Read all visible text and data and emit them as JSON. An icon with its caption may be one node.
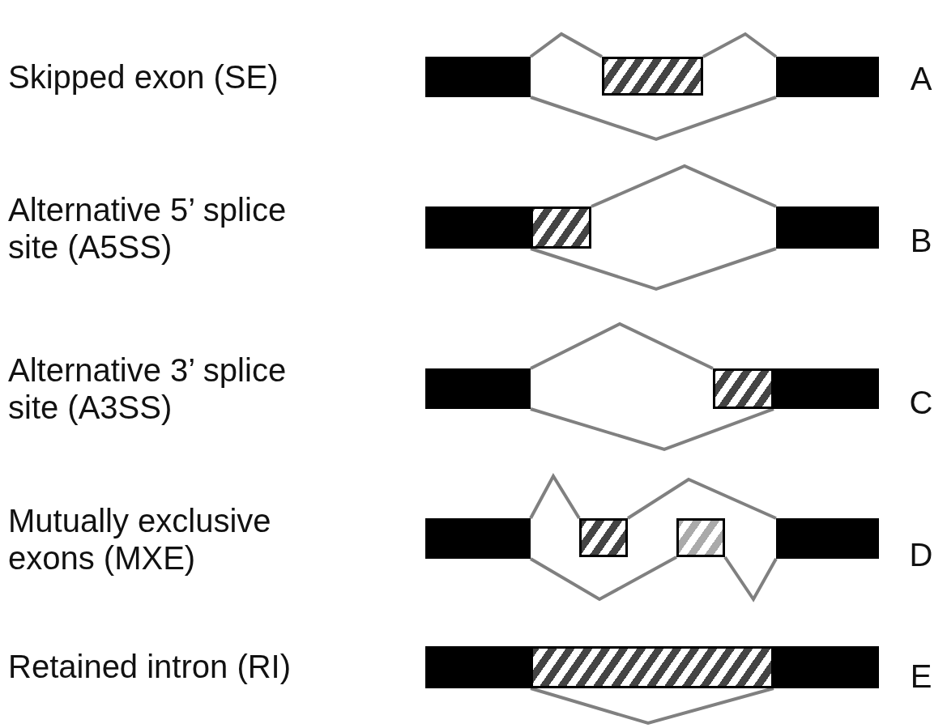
{
  "diagram": {
    "nodes": [
      {
        "text": [],
        "shape": "bar"
      },
      {
        "text": [],
        "shape": "bar"
      },
      {
        "text": [],
        "shape": "bar"
      },
      {
        "text": [],
        "shape": "bar"
      },
      {
        "text": [],
        "shape": "bar"
      },
      {
        "text": [],
        "shape": "bar"
      },
      {
        "text": [],
        "shape": "bar"
      },
      {
        "text": [],
        "shape": "bar"
      },
      {
        "text": [],
        "shape": "bar"
      },
      {
        "text": [],
        "shape": "bar"
      },
      {
        "text": [],
        "shape": "bar"
      },
      {
        "text": [],
        "shape": "bar"
      },
      {
        "text": [],
        "shape": "bar"
      },
      {
        "text": [],
        "shape": "bar"
      },
      {
        "text": [],
        "shape": "bar"
      },
      {
        "text": [],
        "shape": "bar"
      }
    ],
    "edges": [
      {
        "from": 0,
        "to": 1,
        "arrow": "none"
      },
      {
        "from": 1,
        "to": 2,
        "arrow": "none"
      },
      {
        "from": 0,
        "to": 2,
        "arrow": "none"
      },
      {
        "from": 4,
        "to": 5,
        "arrow": "none"
      },
      {
        "from": 3,
        "to": 5,
        "arrow": "none"
      },
      {
        "from": 6,
        "to": 7,
        "arrow": "none"
      },
      {
        "from": 6,
        "to": 8,
        "arrow": "none"
      },
      {
        "from": 9,
        "to": 10,
        "arrow": "none"
      },
      {
        "from": 10,
        "to": 12,
        "arrow": "none"
      },
      {
        "from": 9,
        "to": 11,
        "arrow": "none"
      },
      {
        "from": 11,
        "to": 12,
        "arrow": "none"
      },
      {
        "from": 13,
        "to": 15,
        "arrow": "none"
      }
    ],
    "labels": [
      "Skipped exon (SE)",
      "A",
      "Alternative 5’ splice site (A5SS)",
      "B",
      "Alternative 3’ splice site (A3SS)",
      "C",
      "Mutually exclusive exons (MXE)",
      "D",
      "Retained intron (RI)",
      "E"
    ]
  }
}
